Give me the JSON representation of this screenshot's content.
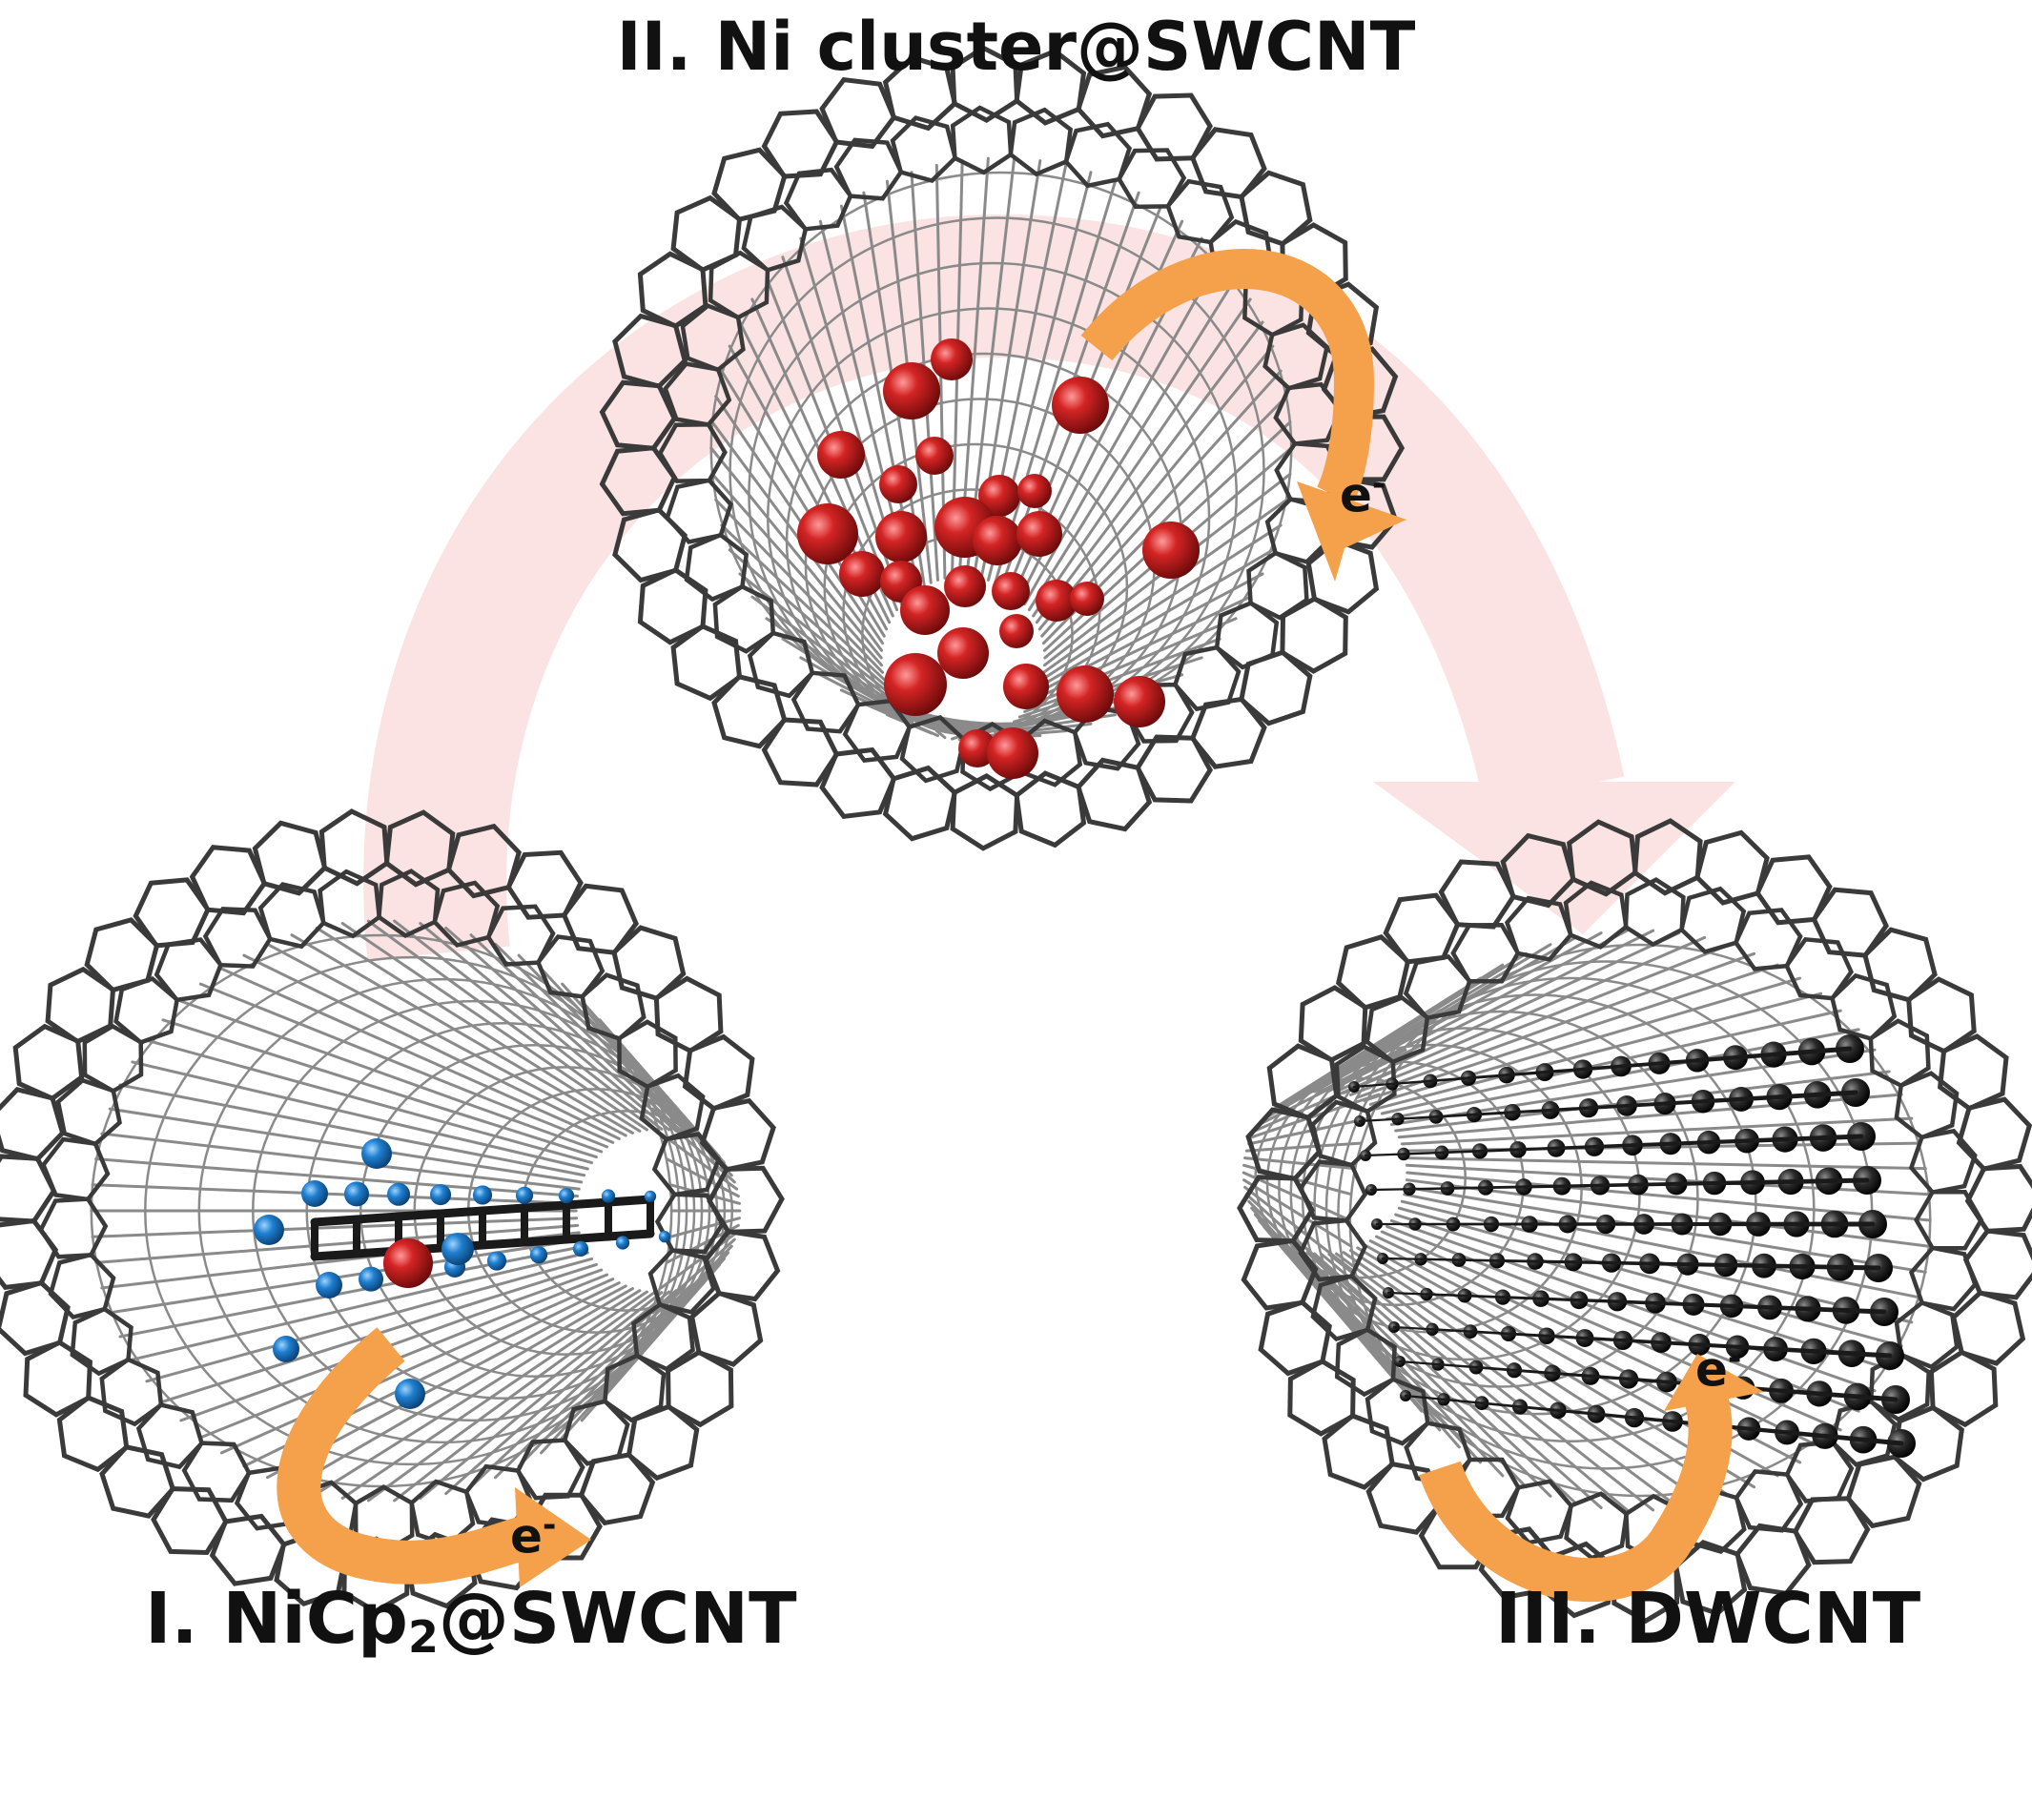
{
  "stages": [
    {
      "id": "I",
      "label_main": "I. NiCp",
      "label_sub": "2",
      "label_tail": "@SWCNT"
    },
    {
      "id": "II",
      "label": "II. Ni cluster@SWCNT"
    },
    {
      "id": "III",
      "label": "III. DWCNT"
    }
  ],
  "electron_label": {
    "symbol": "e",
    "charge": "-"
  },
  "colors": {
    "tube_wall": "#8a8a8a",
    "tube_rim": "#3a3a3a",
    "arrow_orange": "#f5a04a",
    "process_arrow": "#fbe3e3",
    "ni_atom": "#c81e1e",
    "h_atom": "#1e78c8",
    "c_atom": "#1a1a1a"
  }
}
